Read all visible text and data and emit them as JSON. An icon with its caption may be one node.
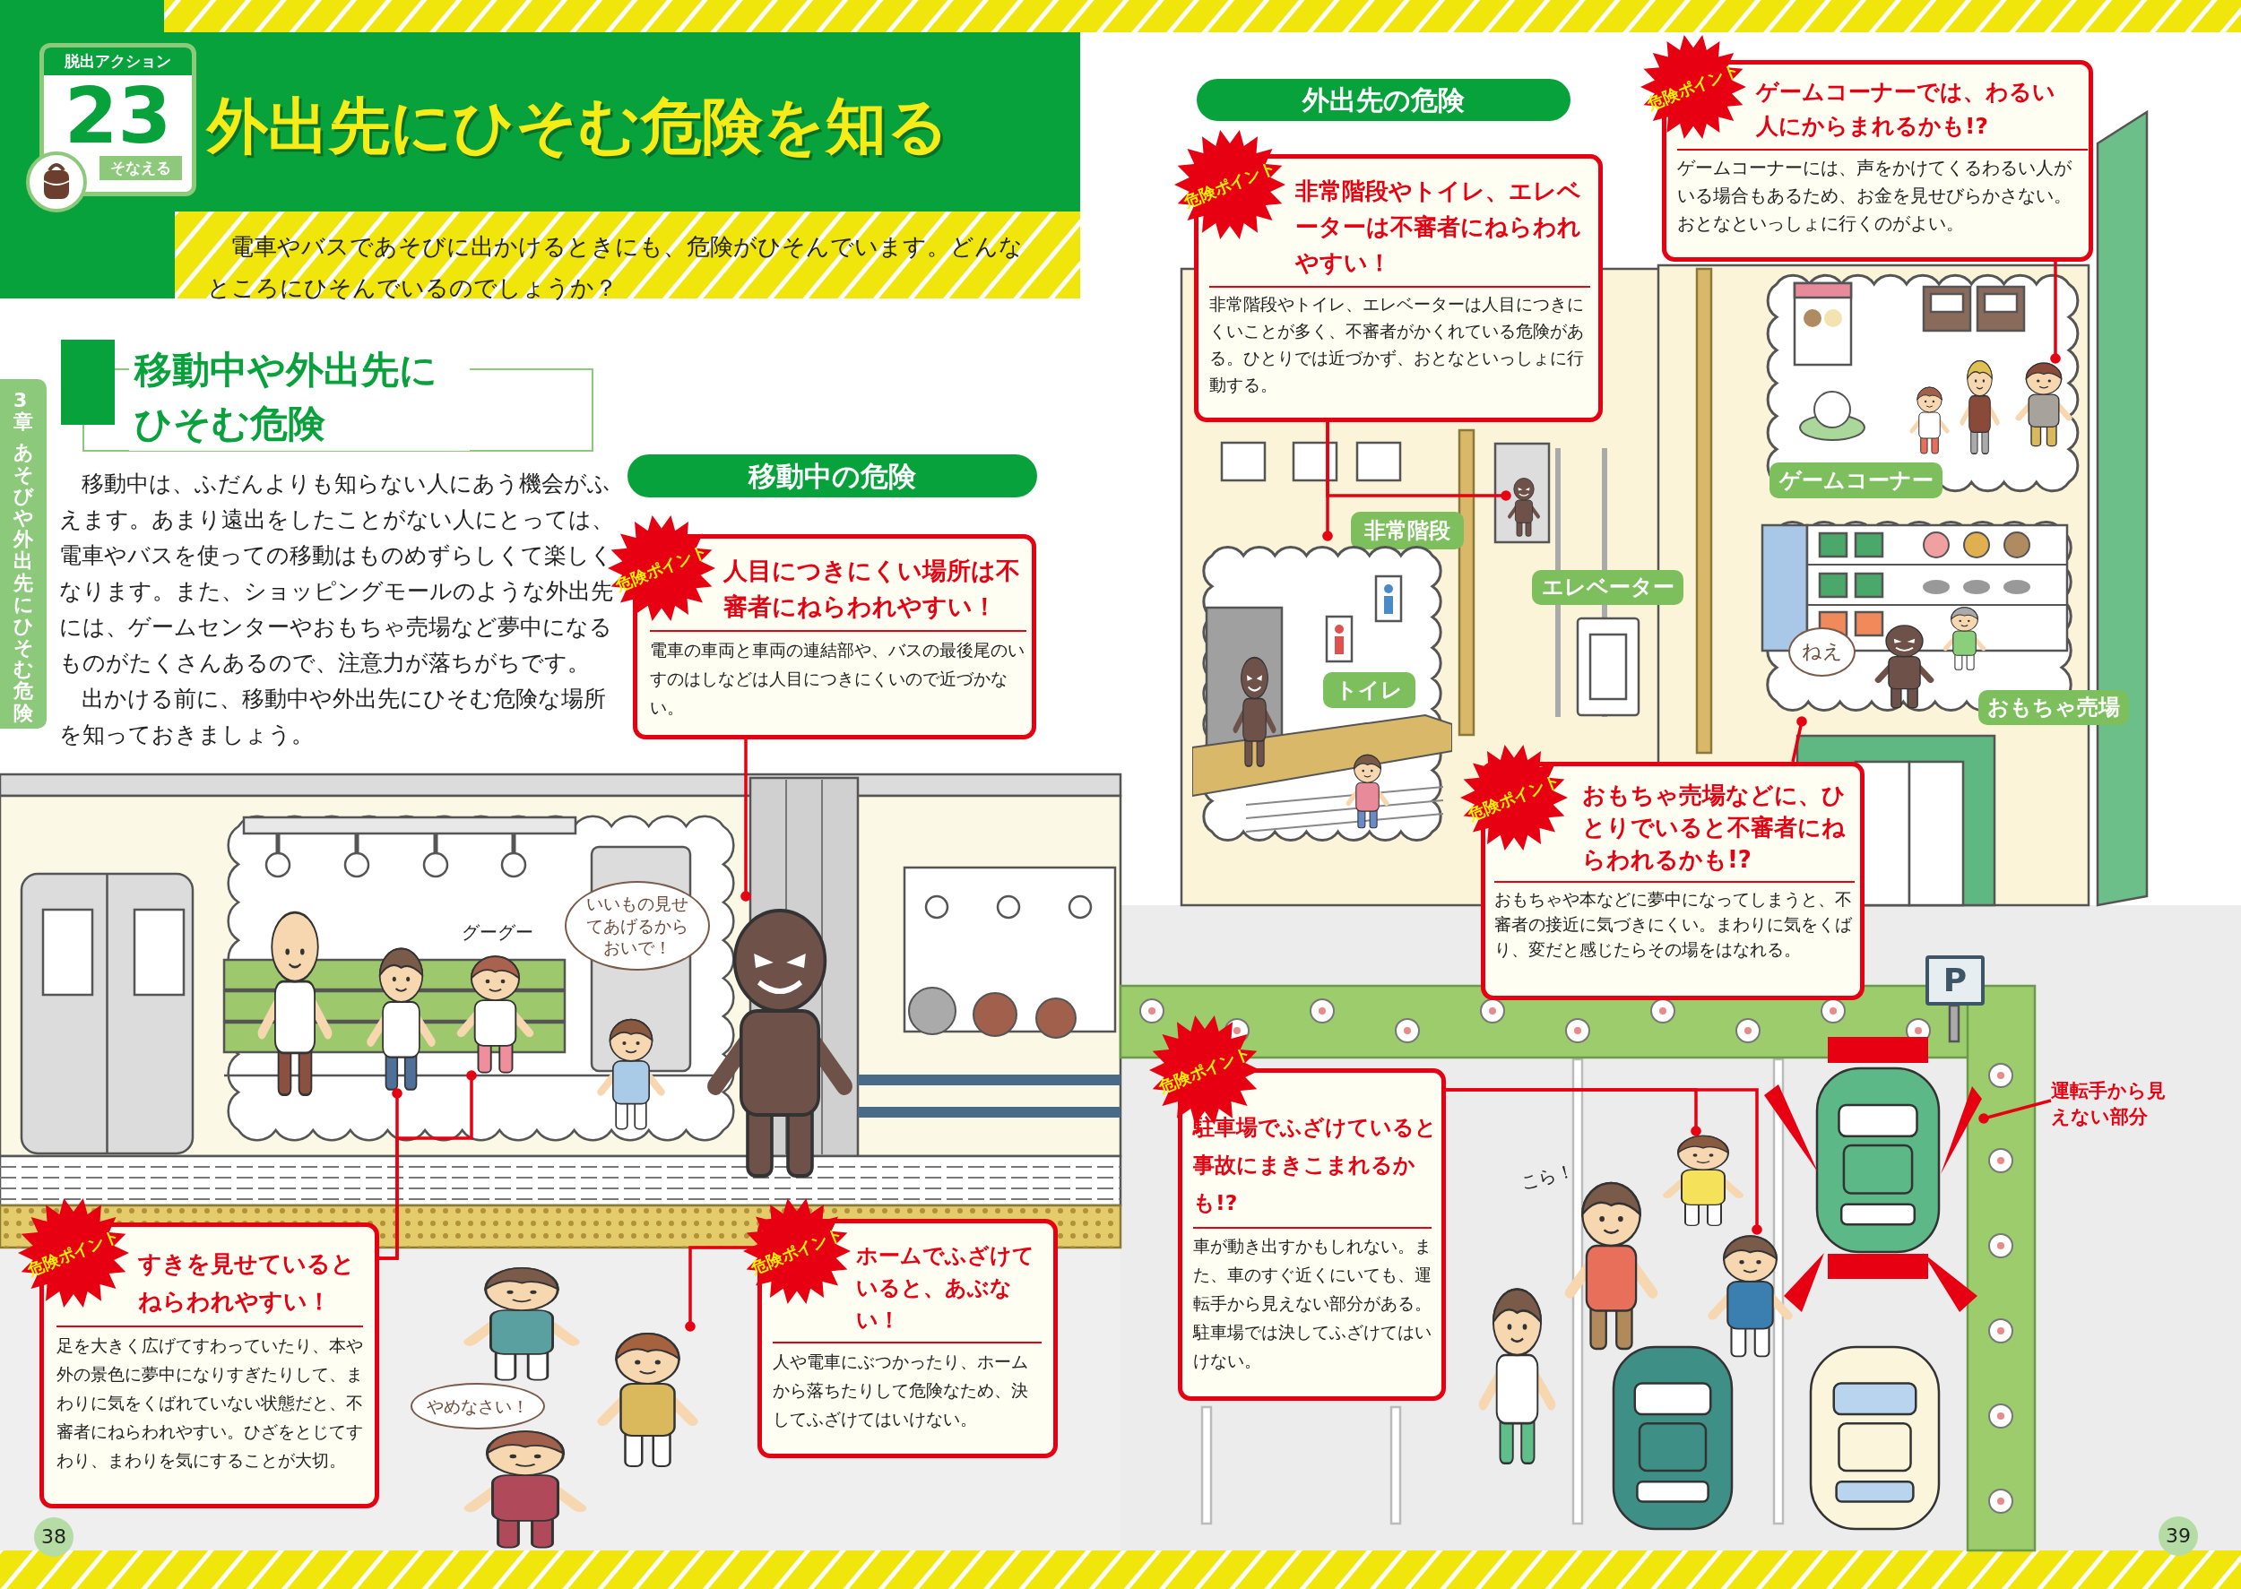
{
  "diagram": {
    "title": "外出先にひそむ危険を知る",
    "nodes": [
      {
        "text": [
          "脱出アクション",
          "23",
          "そなえる"
        ]
      },
      {
        "text": [
          "3章",
          "あそびや外出先にひそむ危険"
        ]
      },
      {
        "text": [
          "移動中や外出先にひそむ危険"
        ]
      },
      {
        "text": [
          "移動中の危険"
        ]
      },
      {
        "text": [
          "危険ポイント",
          "人目につきにくい場所は不審者にねらわれやすい！",
          "電車の車両と車両の連結部や、バスの最後尾のいすのはしなどは人目につきにくいので近づかない。"
        ]
      },
      {
        "text": [
          "いいもの見せてあげるからおいで！"
        ]
      },
      {
        "text": [],
        "shape": "person"
      },
      {
        "text": [],
        "shape": "person"
      },
      {
        "text": [],
        "shape": "person"
      },
      {
        "text": [
          "危険ポイント",
          "すきを見せているとねらわれやすい！",
          "足を大きく広げてすわっていたり、本や外の景色に夢中になりすぎたりして、まわりに気をくばれていない状態だと、不審者にねらわれやすい。ひざをとじてすわり、まわりを気にすることが大切。"
        ]
      },
      {
        "text": [],
        "shape": "person"
      },
      {
        "text": [
          "やめなさい！"
        ]
      },
      {
        "text": [
          "危険ポイント",
          "ホームでふざけていると、あぶない！",
          "人や電車にぶつかったり、ホームから落ちたりして危険なため、決してふざけてはいけない。"
        ]
      },
      {
        "text": [
          "38"
        ]
      },
      {
        "text": [
          "外出先の危険"
        ]
      },
      {
        "text": [
          "危険ポイント",
          "非常階段やトイレ、エレベーターは不審者にねらわれやすい！",
          "非常階段やトイレ、エレベーターは人目につきにくいことが多く、不審者がかくれている危険がある。ひとりでは近づかず、おとなといっしょに行動する。"
        ]
      },
      {
        "text": [
          "危険ポイント",
          "ゲームコーナーでは、わるい人にからまれるかも!?",
          "ゲームコーナーには、声をかけてくるわるい人がいる場合もあるため、お金を見せびらかさない。おとなといっしょに行くのがよい。"
        ]
      },
      {
        "text": [],
        "shape": "cloud"
      },
      {
        "text": [],
        "shape": "person",
        "in": 17
      },
      {
        "text": [
          "ゲームコーナー"
        ],
        "in": 17
      },
      {
        "text": [
          "非常階段"
        ]
      },
      {
        "text": [],
        "shape": "person"
      },
      {
        "text": [],
        "shape": "cloud"
      },
      {
        "text": [
          "トイレ"
        ],
        "in": 22
      },
      {
        "text": [
          "エレベーター"
        ]
      },
      {
        "text": [],
        "shape": "cloud"
      },
      {
        "text": [
          "ねえ"
        ],
        "in": 25
      },
      {
        "text": [
          "おもちゃ売場"
        ]
      },
      {
        "text": [
          "危険ポイント",
          "おもちゃ売場などに、ひとりでいると不審者にねらわれるかも!?",
          "おもちゃや本などに夢中になってしまうと、不審者の接近に気づきにくい。まわりに気をくばり、変だと感じたらその場をはなれる。"
        ]
      },
      {
        "text": [
          "P"
        ]
      },
      {
        "text": [
          "危険ポイント",
          "駐車場でふざけていると事故にまきこまれるかも!?",
          "車が動き出すかもしれない。また、車のすぐ近くにいても、運転手から見えない部分がある。駐車場では決してふざけてはいけない。"
        ]
      },
      {
        "text": [],
        "shape": "person"
      },
      {
        "text": [],
        "shape": "person"
      },
      {
        "text": [
          "運転手から見えない部分"
        ]
      },
      {
        "text": [],
        "shape": "triangle"
      },
      {
        "text": [
          "39"
        ]
      }
    ],
    "edges": [
      {
        "from": 4,
        "to": 6,
        "arrow": "other"
      },
      {
        "from": 9,
        "to": 7,
        "arrow": "other"
      },
      {
        "from": 9,
        "to": 8,
        "arrow": "other"
      },
      {
        "from": 12,
        "to": 10,
        "arrow": "other"
      },
      {
        "from": 15,
        "to": 21,
        "arrow": "other"
      },
      {
        "from": 15,
        "to": 22,
        "arrow": "other"
      },
      {
        "from": 16,
        "to": 18,
        "arrow": "other"
      },
      {
        "from": 28,
        "to": 25,
        "arrow": "other"
      },
      {
        "from": 30,
        "to": 31,
        "arrow": "other"
      },
      {
        "from": 30,
        "to": 32,
        "arrow": "other"
      },
      {
        "from": 33,
        "to": 34,
        "arrow": "other"
      }
    ],
    "labels": [
      "電車やバスであそびに出かけるときにも、危険がひそんでいます。どんなところにひそんでいるのでしょうか？",
      "移動中は、ふだんよりも知らない人にあう機会がふえます。あまり遠出をしたことがない人にとっては、電車やバスを使っての移動はものめずらしくて楽しくなります。また、ショッピングモールのような外出先には、ゲームセンターやおもちゃ売場など夢中になるものがたくさんあるので、注意力が落ちがちです。",
      "出かける前に、移動中や外出先にひそむ危険な場所を知っておきましょう。",
      "グーグー",
      "こら！"
    ]
  }
}
